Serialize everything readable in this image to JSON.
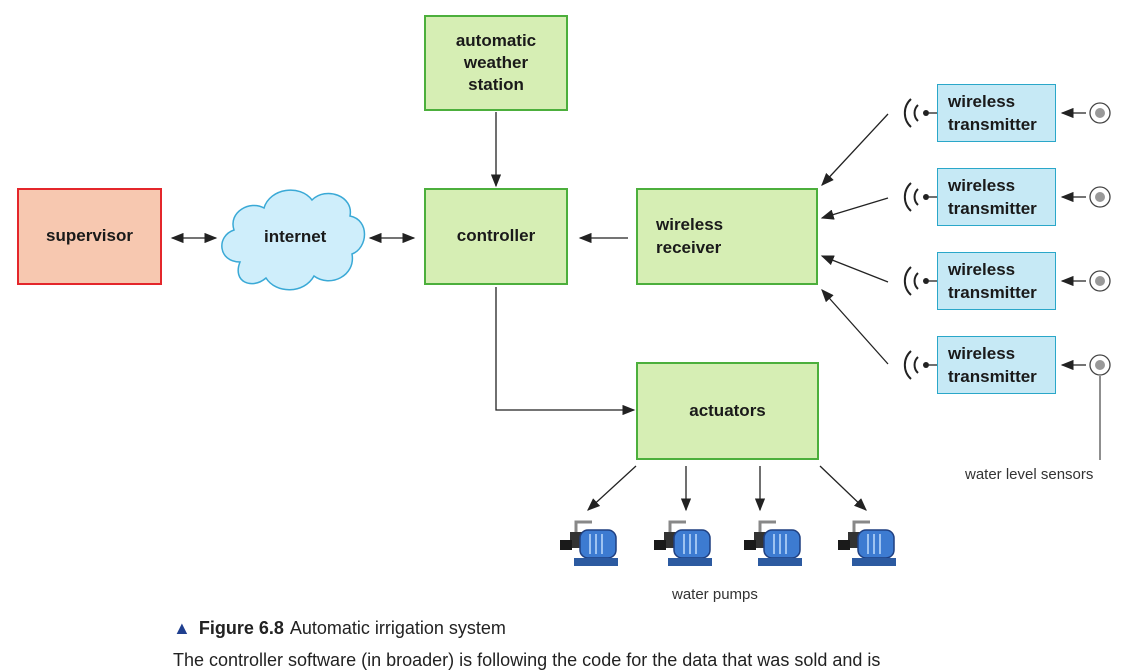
{
  "nodes": {
    "weather": "automatic\nweather\nstation",
    "supervisor": "supervisor",
    "internet": "internet",
    "controller": "controller",
    "receiver": "wireless\nreceiver",
    "actuators": "actuators"
  },
  "transmitters": [
    "wireless\ntransmitter",
    "wireless\ntransmitter",
    "wireless\ntransmitter",
    "wireless\ntransmitter"
  ],
  "labels": {
    "sensors": "water level sensors",
    "pumps": "water pumps"
  },
  "caption": {
    "marker": "▲",
    "figure": "Figure 6.8",
    "text": "Automatic irrigation system"
  },
  "cut_text": "The controller software (in broader) is following the code for the data that was sold and is"
}
